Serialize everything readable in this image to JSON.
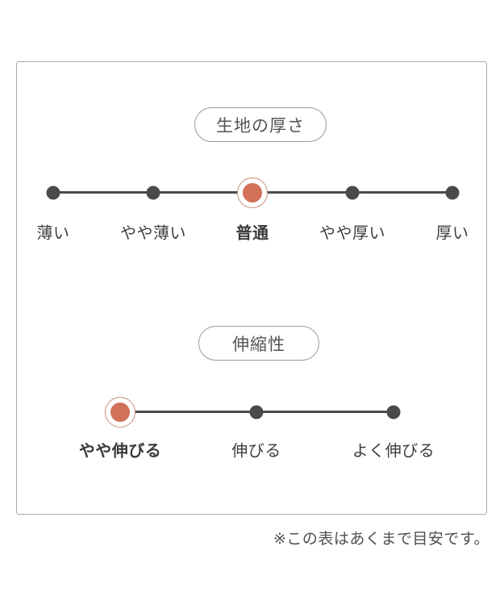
{
  "panel": {
    "sections": [
      {
        "title": "生地の厚さ",
        "selected_value": "普通",
        "items": [
          {
            "label": "薄い",
            "selected": false
          },
          {
            "label": "やや薄い",
            "selected": false
          },
          {
            "label": "普通",
            "selected": true
          },
          {
            "label": "やや厚い",
            "selected": false
          },
          {
            "label": "厚い",
            "selected": false
          }
        ]
      },
      {
        "title": "伸縮性",
        "selected_value": "やや伸びる",
        "items": [
          {
            "label": "やや伸びる",
            "selected": true
          },
          {
            "label": "伸びる",
            "selected": false
          },
          {
            "label": "よく伸びる",
            "selected": false
          }
        ]
      }
    ]
  },
  "footnote": "※この表はあくまで目安です。",
  "colors": {
    "accent": "#d2705a",
    "accent_ring": "#c98d7b",
    "line": "#4a4a4a",
    "panel_border": "#a9a9a9",
    "pill_border": "#9b9b9b",
    "text": "#3f3f3f",
    "muted_text": "#555555"
  }
}
